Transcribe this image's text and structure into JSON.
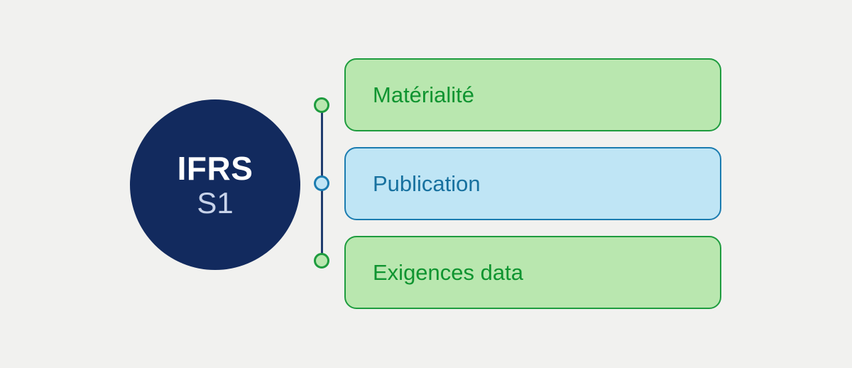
{
  "diagram": {
    "center_node": {
      "title": "IFRS",
      "subtitle": "S1"
    },
    "items": [
      {
        "label": "Matérialité",
        "theme": "green"
      },
      {
        "label": "Publication",
        "theme": "blue"
      },
      {
        "label": "Exigences data",
        "theme": "green"
      }
    ]
  },
  "colors": {
    "background": "#F1F1EF",
    "navy": "#122A5E",
    "navy_line": "#1F3C6E",
    "title_color": "#FFFFFF",
    "subtitle_color": "#C8D3EA",
    "green_fill": "#B9E7AF",
    "green_border": "#1E9C3E",
    "green_text": "#0F9430",
    "blue_fill": "#BFE5F5",
    "blue_border": "#1B7CB0",
    "blue_text": "#17719F"
  }
}
